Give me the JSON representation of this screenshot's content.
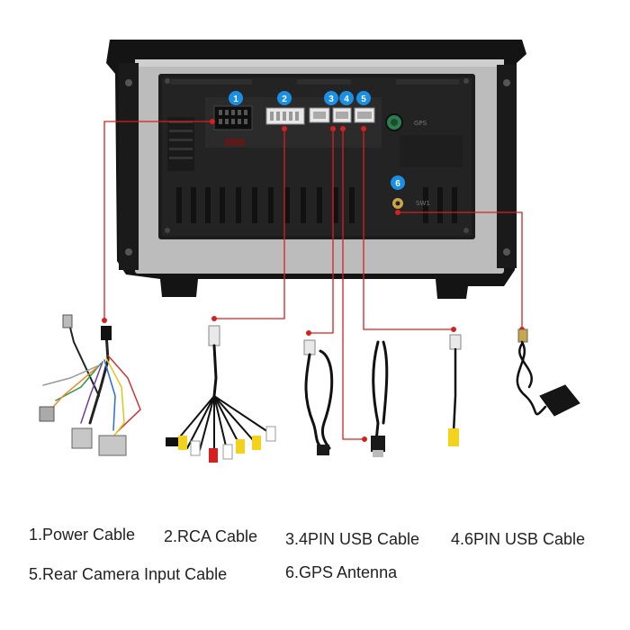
{
  "connector_labels": {
    "gps_port": "GPS",
    "connector_small": "SW1"
  },
  "captions": [
    {
      "id": "cap1",
      "text": "1.Power Cable"
    },
    {
      "id": "cap2",
      "text": "2.RCA Cable"
    },
    {
      "id": "cap3",
      "text": "3.4PIN USB  Cable"
    },
    {
      "id": "cap4",
      "text": "4.6PIN USB  Cable"
    },
    {
      "id": "cap5",
      "text": "5.Rear Camera Input Cable"
    },
    {
      "id": "cap6",
      "text": "6.GPS Antenna"
    }
  ],
  "badges": [
    {
      "n": "1"
    },
    {
      "n": "2"
    },
    {
      "n": "3"
    },
    {
      "n": "4"
    },
    {
      "n": "5"
    },
    {
      "n": "6"
    }
  ],
  "colors": {
    "badge": "#1a8fe3",
    "leader": "#d62020",
    "unit_body": "#161616",
    "frame": "#b9b9b9",
    "panel": "#2a2a2a"
  }
}
